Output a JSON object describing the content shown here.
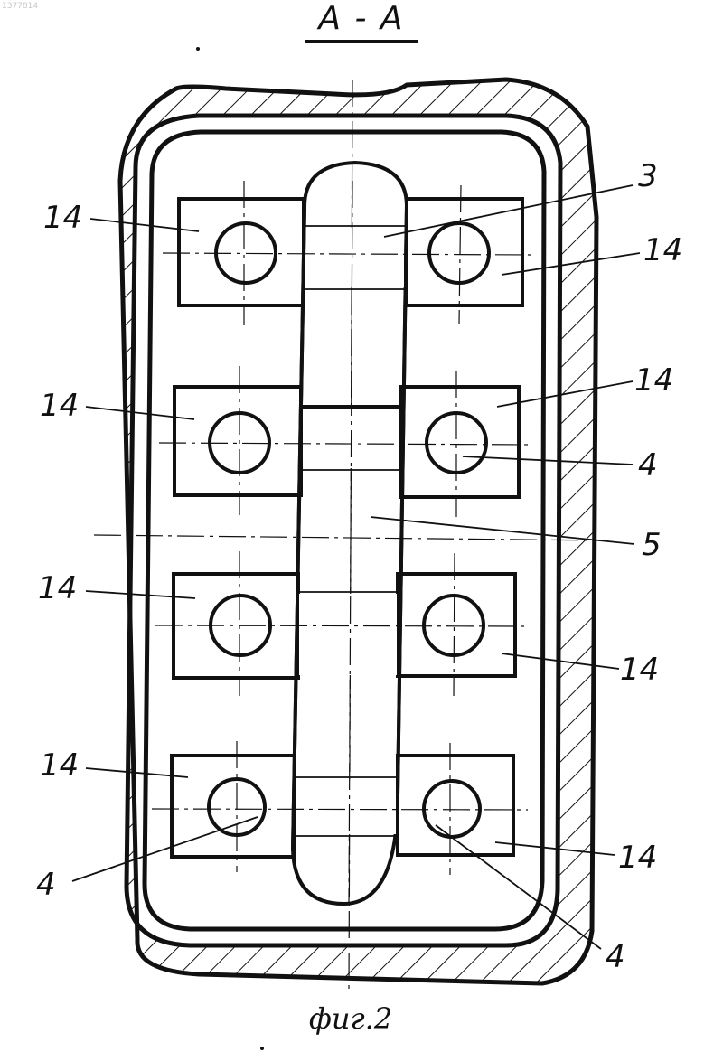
{
  "corner_mark": "1377814",
  "section_title": "А - А",
  "caption": "фиг.2",
  "labels": {
    "l3": "3",
    "l5": "5",
    "l14": "14",
    "l4": "4"
  }
}
